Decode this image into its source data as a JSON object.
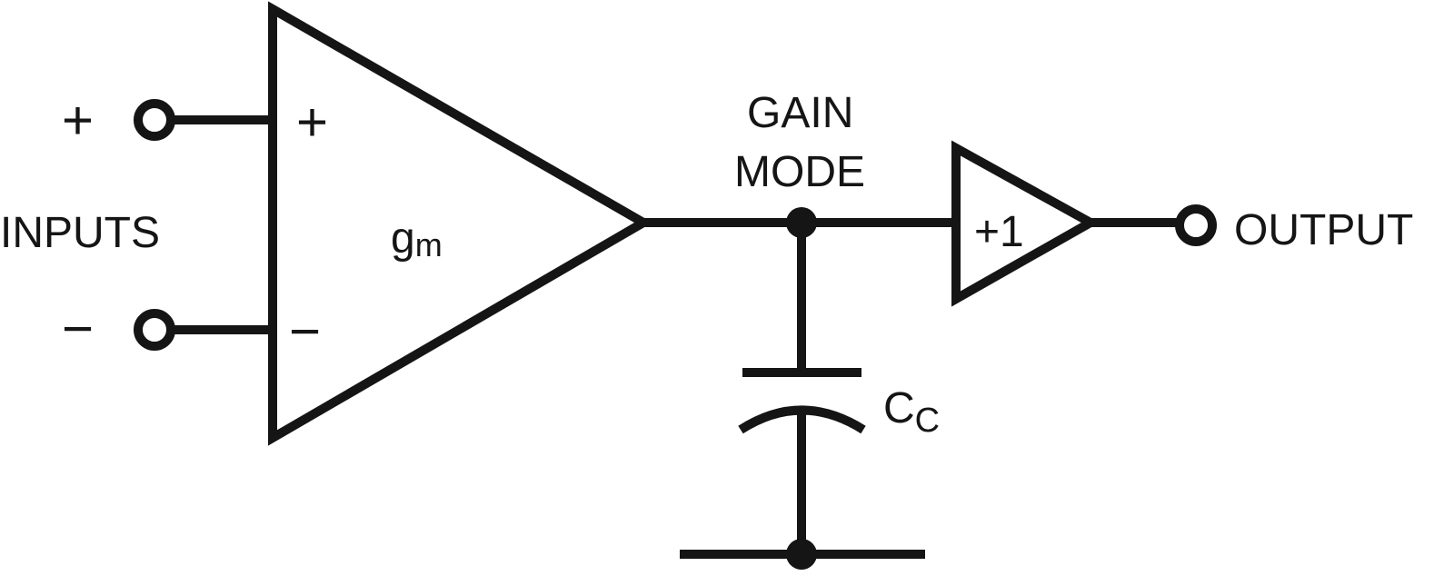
{
  "diagram": {
    "inputs_label": "INPUTS",
    "plus_terminal_symbol": "+",
    "minus_terminal_symbol": "−",
    "opamp_plus_symbol": "+",
    "opamp_minus_symbol": "−",
    "gm_main": "g",
    "gm_sub": "m",
    "gain_node_line1": "GAIN",
    "gain_node_line2": "MODE",
    "buffer_label": "+1",
    "output_label": "OUTPUT",
    "cap_main": "C",
    "cap_sub": "C"
  },
  "colors": {
    "ink": "#151515",
    "background": "#ffffff"
  }
}
